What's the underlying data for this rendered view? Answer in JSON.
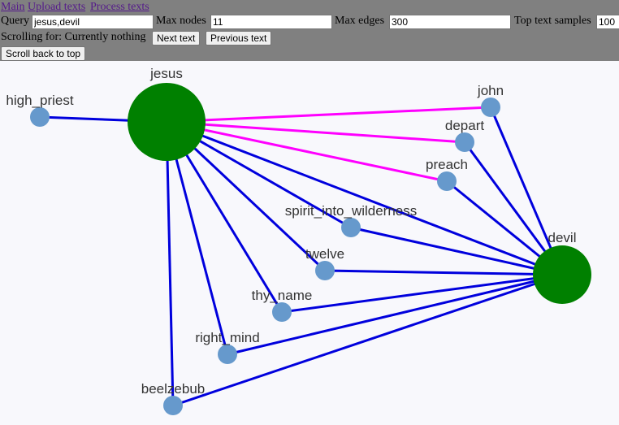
{
  "nav": {
    "main": "Main",
    "upload": "Upload texts",
    "process": "Process texts"
  },
  "controls": {
    "query_label": "Query",
    "query_value": "jesus,devil",
    "max_nodes_label": "Max nodes",
    "max_nodes_value": "11",
    "max_edges_label": "Max edges",
    "max_edges_value": "300",
    "top_samples_label": "Top text samples",
    "top_samples_value": "100",
    "scrolling_text": "Scrolling for: Currently nothing",
    "next_label": "Next text",
    "prev_label": "Previous text",
    "scroll_top_label": "Scroll back to top"
  },
  "graph": {
    "colors": {
      "query_node": "#008000",
      "term_node": "#6699cc",
      "edge": "#0000dd",
      "highlight_edge": "#ff00ff"
    },
    "nodes": [
      {
        "id": "jesus",
        "label": "jesus",
        "kind": "query"
      },
      {
        "id": "devil",
        "label": "devil",
        "kind": "query"
      },
      {
        "id": "high_priest",
        "label": "high_priest",
        "kind": "term"
      },
      {
        "id": "john",
        "label": "john",
        "kind": "term"
      },
      {
        "id": "depart",
        "label": "depart",
        "kind": "term"
      },
      {
        "id": "preach",
        "label": "preach",
        "kind": "term"
      },
      {
        "id": "spirit_into_wilderness",
        "label": "spirit_into_wilderness",
        "kind": "term"
      },
      {
        "id": "twelve",
        "label": "twelve",
        "kind": "term"
      },
      {
        "id": "thy_name",
        "label": "thy_name",
        "kind": "term"
      },
      {
        "id": "right_mind",
        "label": "right_mind",
        "kind": "term"
      },
      {
        "id": "beelzebub",
        "label": "beelzebub",
        "kind": "term"
      }
    ],
    "edges": [
      {
        "source": "high_priest",
        "target": "jesus",
        "highlight": false
      },
      {
        "source": "jesus",
        "target": "john",
        "highlight": true
      },
      {
        "source": "jesus",
        "target": "depart",
        "highlight": true
      },
      {
        "source": "jesus",
        "target": "preach",
        "highlight": true
      },
      {
        "source": "jesus",
        "target": "devil",
        "highlight": false
      },
      {
        "source": "jesus",
        "target": "spirit_into_wilderness",
        "highlight": false
      },
      {
        "source": "jesus",
        "target": "twelve",
        "highlight": false
      },
      {
        "source": "jesus",
        "target": "thy_name",
        "highlight": false
      },
      {
        "source": "jesus",
        "target": "right_mind",
        "highlight": false
      },
      {
        "source": "jesus",
        "target": "beelzebub",
        "highlight": false
      },
      {
        "source": "john",
        "target": "devil",
        "highlight": false
      },
      {
        "source": "depart",
        "target": "devil",
        "highlight": false
      },
      {
        "source": "preach",
        "target": "devil",
        "highlight": false
      },
      {
        "source": "spirit_into_wilderness",
        "target": "devil",
        "highlight": false
      },
      {
        "source": "twelve",
        "target": "devil",
        "highlight": false
      },
      {
        "source": "thy_name",
        "target": "devil",
        "highlight": false
      },
      {
        "source": "right_mind",
        "target": "devil",
        "highlight": false
      },
      {
        "source": "beelzebub",
        "target": "devil",
        "highlight": false
      }
    ]
  }
}
